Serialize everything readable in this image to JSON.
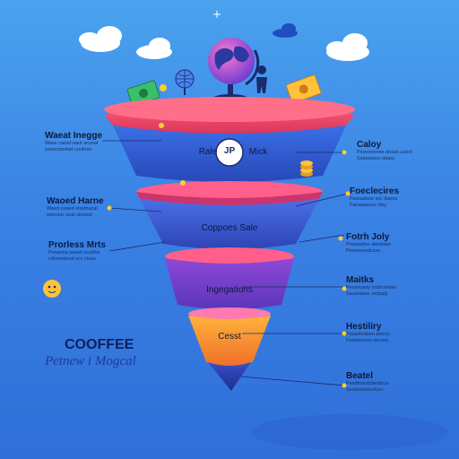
{
  "funnel": {
    "top_title": "Rale",
    "top_badge": "JP",
    "top_subtitle": "Mick",
    "stage2_label": "Coppoes Sale",
    "stage3_label": "Ingegations",
    "stage4_label": "Cesst"
  },
  "left_labels": [
    {
      "title": "Waeat Inegge",
      "lines": [
        "Wass cassd eaut acusal",
        "ssexcsmslad cuuthss"
      ]
    },
    {
      "title": "Waoed Harne",
      "lines": [
        "Waed ceaed elsstnucal",
        "ssecusc seal ulooust"
      ]
    },
    {
      "title": "Prorless Mrts",
      "lines": [
        "Pesarloa taned ocuslhe",
        "cdmmeteud scc ctuss"
      ]
    }
  ],
  "right_labels": [
    {
      "title": "Caloy",
      "lines": [
        "Pssnoeenee dosan uceol",
        "Ssaessass daasc"
      ]
    },
    {
      "title": "Foeclecires",
      "lines": [
        "Fessadose ssc diaros",
        "Faessaeuss cloy"
      ]
    },
    {
      "title": "Fotrh Joly",
      "lines": [
        "Pressadoe alerdslas",
        "Pesesnssdcuss"
      ]
    },
    {
      "title": "Maitks",
      "lines": [
        "Pessousoy ssdoctedes",
        "Sauersaes vecpaly"
      ]
    },
    {
      "title": "Hestiliry",
      "lines": [
        "Fosastodeen aloccs",
        "Feaseresso secoss"
      ]
    },
    {
      "title": "Beatel",
      "lines": [
        "Pesdtsacdctendoys",
        "Seatsnedecotssc"
      ]
    }
  ],
  "brand": {
    "name": "COOFFEE",
    "tagline": "Petnew i Mogcal"
  },
  "icons": [
    "globe-icon",
    "money-bill-icon",
    "cloud-icon",
    "coin-stack-icon",
    "person-icon",
    "emoji-icon"
  ],
  "colors": {
    "top": "#e8485c",
    "band_blue": "#2f5fd0",
    "band_purple": "#6b3fc6",
    "band_orange": "#f2862c",
    "background": "#3a82e4",
    "text_dark": "#0d1a3a"
  }
}
